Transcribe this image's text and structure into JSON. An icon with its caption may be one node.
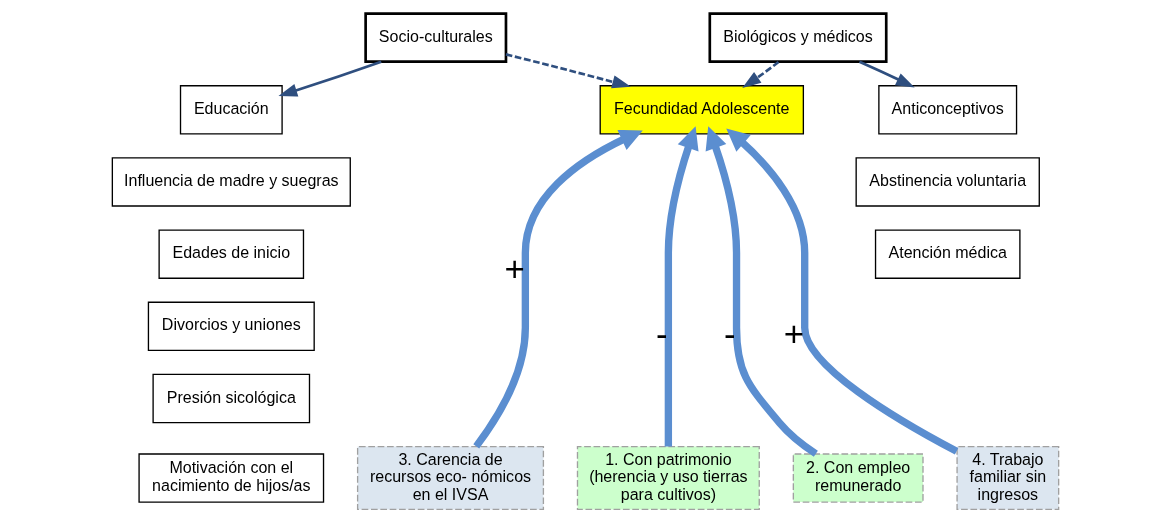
{
  "diagram": {
    "nodes": [
      {
        "text": [
          "Socio-culturales"
        ]
      },
      {
        "text": [
          "Biológicos y médicos"
        ]
      },
      {
        "text": [
          "Educación"
        ]
      },
      {
        "text": [
          "Influencia de madre y suegras"
        ]
      },
      {
        "text": [
          "Edades de inicio"
        ]
      },
      {
        "text": [
          "Divorcios y uniones"
        ]
      },
      {
        "text": [
          "Presión sicológica"
        ]
      },
      {
        "text": [
          "Motivación con el nacimiento de hijos/as"
        ]
      },
      {
        "text": [
          "Anticonceptivos"
        ]
      },
      {
        "text": [
          "Abstinencia voluntaria"
        ]
      },
      {
        "text": [
          "Atención médica"
        ]
      },
      {
        "text": [
          "Fecundidad Adolescente"
        ]
      },
      {
        "text": [
          "3. Carencia de recursos eco- nómicos en el IVSA"
        ]
      },
      {
        "text": [
          "1. Con patrimonio (herencia y uso tierras para cultivos)"
        ]
      },
      {
        "text": [
          "2. Con empleo remunerado"
        ]
      },
      {
        "text": [
          "4. Trabajo familiar sin ingresos"
        ]
      }
    ],
    "edges": [
      {
        "from": 0,
        "to": 2,
        "arrow": "to",
        "color": "#2f4f7f"
      },
      {
        "from": 1,
        "to": 8,
        "arrow": "to",
        "color": "#2f4f7f"
      },
      {
        "from": 0,
        "to": 11,
        "arrow": "to",
        "style": "dashed",
        "color": "#2f4f7f"
      },
      {
        "from": 1,
        "to": 11,
        "arrow": "to",
        "style": "dashed",
        "color": "#2f4f7f"
      },
      {
        "from": 12,
        "to": 11,
        "arrow": "to",
        "label": "+",
        "style": "thick",
        "color": "#5b8ed0"
      },
      {
        "from": 13,
        "to": 11,
        "arrow": "to",
        "label": "-",
        "style": "thick",
        "color": "#5b8ed0"
      },
      {
        "from": 14,
        "to": 11,
        "arrow": "to",
        "label": "-",
        "style": "thick",
        "color": "#5b8ed0"
      },
      {
        "from": 15,
        "to": 11,
        "arrow": "to",
        "label": "+",
        "style": "thick",
        "color": "#5b8ed0"
      }
    ]
  }
}
